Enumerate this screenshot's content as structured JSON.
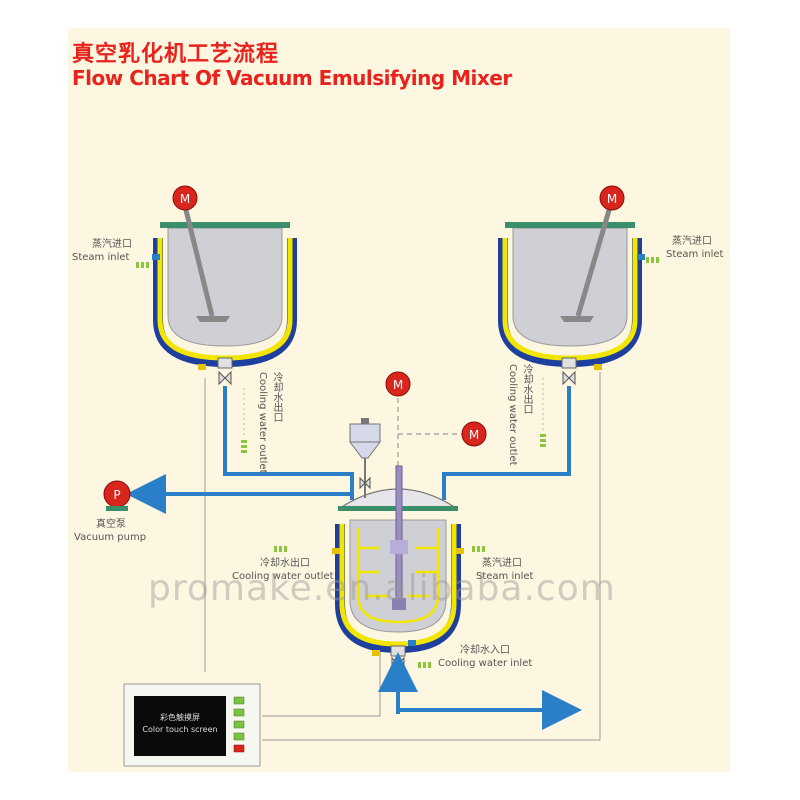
{
  "title": {
    "cn": "真空乳化机工艺流程",
    "en": "Flow Chart Of Vacuum Emulsifying Mixer"
  },
  "motor_symbol": "M",
  "pump_symbol": "P",
  "labels": {
    "steam_inlet_left": {
      "cn": "蒸汽进口",
      "en": "Steam inlet"
    },
    "steam_inlet_right": {
      "cn": "蒸汽进口",
      "en": "Steam inlet"
    },
    "cooling_outlet_left": {
      "cn": "冷却水出口",
      "en": "Cooling water outlet"
    },
    "cooling_outlet_right": {
      "cn": "冷却水出口",
      "en": "Cooling water outlet"
    },
    "vacuum_pump": {
      "cn": "真空泵",
      "en": "Vacuum pump"
    },
    "cooling_outlet_main": {
      "cn": "冷却水出口",
      "en": "Cooling water outlet"
    },
    "steam_inlet_main": {
      "cn": "蒸汽进口",
      "en": "Steam inlet"
    },
    "cooling_inlet_main": {
      "cn": "冷却水入口",
      "en": "Cooling water inlet"
    },
    "touch_screen": {
      "cn": "彩色触摸屏",
      "en": "Color touch screen"
    }
  },
  "watermark": "promake.en.alibaba.com",
  "colors": {
    "title": "#e8231d",
    "pipe": "#2a7fc9",
    "jacket_outer": "#1f3f9e",
    "jacket_inner": "#f2e600",
    "vessel": "#cfcfd6",
    "motor": "#d9261c",
    "pump": "#d9261c",
    "background": "#fdf6e0"
  }
}
